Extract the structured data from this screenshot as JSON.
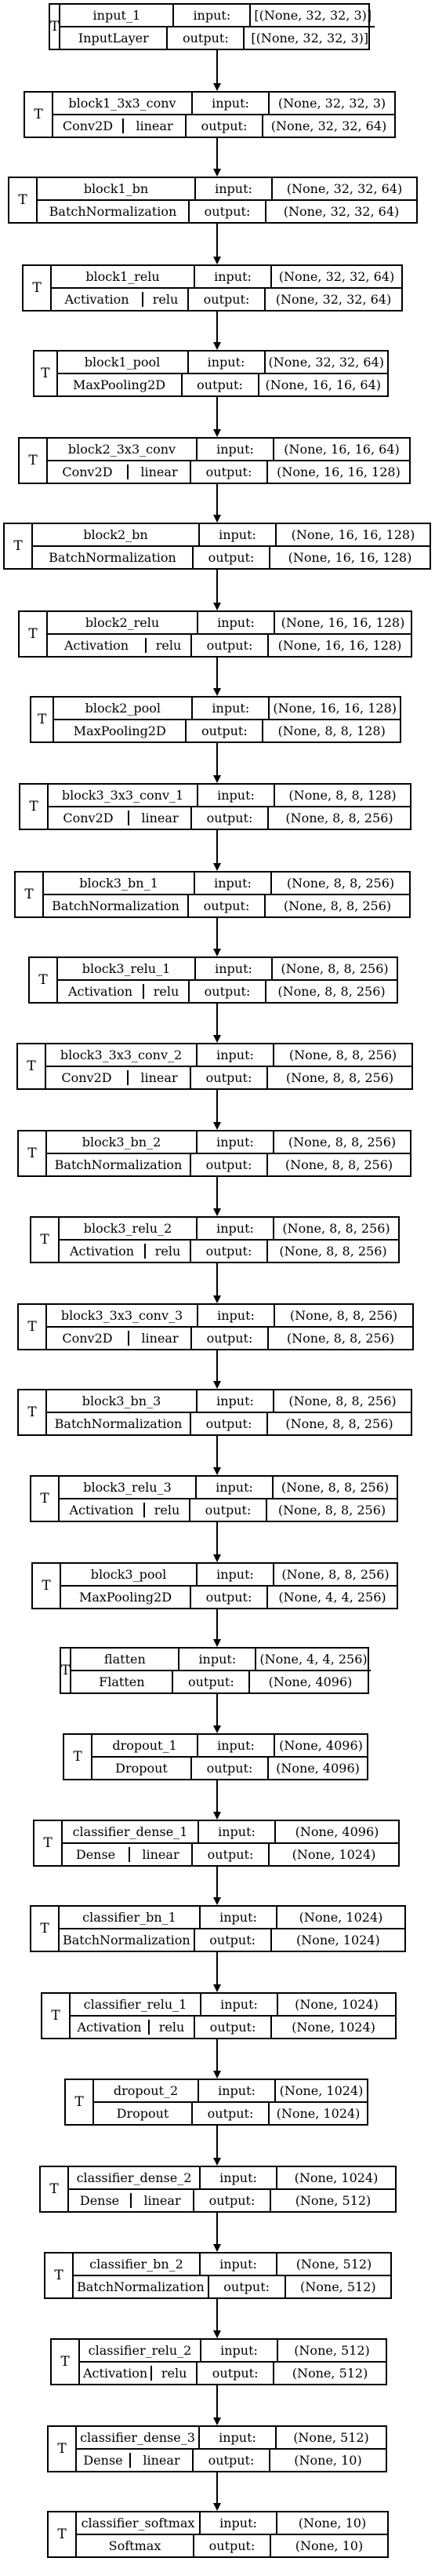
{
  "diagram": {
    "title": "",
    "type_marker": "T",
    "input_label": "input:",
    "output_label": "output:",
    "edge_color": "#000000",
    "layers": [
      {
        "name": "input_1",
        "class": "InputLayer",
        "activation": "",
        "input": "[(None, 32, 32, 3)]",
        "output": "[(None, 32, 32, 3)]"
      },
      {
        "name": "block1_3x3_conv",
        "class": "Conv2D",
        "activation": "linear",
        "input": "(None, 32, 32, 3)",
        "output": "(None, 32, 32, 64)"
      },
      {
        "name": "block1_bn",
        "class": "BatchNormalization",
        "activation": "",
        "input": "(None, 32, 32, 64)",
        "output": "(None, 32, 32, 64)"
      },
      {
        "name": "block1_relu",
        "class": "Activation",
        "activation": "relu",
        "input": "(None, 32, 32, 64)",
        "output": "(None, 32, 32, 64)"
      },
      {
        "name": "block1_pool",
        "class": "MaxPooling2D",
        "activation": "",
        "input": "(None, 32, 32, 64)",
        "output": "(None, 16, 16, 64)"
      },
      {
        "name": "block2_3x3_conv",
        "class": "Conv2D",
        "activation": "linear",
        "input": "(None, 16, 16, 64)",
        "output": "(None, 16, 16, 128)"
      },
      {
        "name": "block2_bn",
        "class": "BatchNormalization",
        "activation": "",
        "input": "(None, 16, 16, 128)",
        "output": "(None, 16, 16, 128)"
      },
      {
        "name": "block2_relu",
        "class": "Activation",
        "activation": "relu",
        "input": "(None, 16, 16, 128)",
        "output": "(None, 16, 16, 128)"
      },
      {
        "name": "block2_pool",
        "class": "MaxPooling2D",
        "activation": "",
        "input": "(None, 16, 16, 128)",
        "output": "(None, 8, 8, 128)"
      },
      {
        "name": "block3_3x3_conv_1",
        "class": "Conv2D",
        "activation": "linear",
        "input": "(None, 8, 8, 128)",
        "output": "(None, 8, 8, 256)"
      },
      {
        "name": "block3_bn_1",
        "class": "BatchNormalization",
        "activation": "",
        "input": "(None, 8, 8, 256)",
        "output": "(None, 8, 8, 256)"
      },
      {
        "name": "block3_relu_1",
        "class": "Activation",
        "activation": "relu",
        "input": "(None, 8, 8, 256)",
        "output": "(None, 8, 8, 256)"
      },
      {
        "name": "block3_3x3_conv_2",
        "class": "Conv2D",
        "activation": "linear",
        "input": "(None, 8, 8, 256)",
        "output": "(None, 8, 8, 256)"
      },
      {
        "name": "block3_bn_2",
        "class": "BatchNormalization",
        "activation": "",
        "input": "(None, 8, 8, 256)",
        "output": "(None, 8, 8, 256)"
      },
      {
        "name": "block3_relu_2",
        "class": "Activation",
        "activation": "relu",
        "input": "(None, 8, 8, 256)",
        "output": "(None, 8, 8, 256)"
      },
      {
        "name": "block3_3x3_conv_3",
        "class": "Conv2D",
        "activation": "linear",
        "input": "(None, 8, 8, 256)",
        "output": "(None, 8, 8, 256)"
      },
      {
        "name": "block3_bn_3",
        "class": "BatchNormalization",
        "activation": "",
        "input": "(None, 8, 8, 256)",
        "output": "(None, 8, 8, 256)"
      },
      {
        "name": "block3_relu_3",
        "class": "Activation",
        "activation": "relu",
        "input": "(None, 8, 8, 256)",
        "output": "(None, 8, 8, 256)"
      },
      {
        "name": "block3_pool",
        "class": "MaxPooling2D",
        "activation": "",
        "input": "(None, 8, 8, 256)",
        "output": "(None, 4, 4, 256)"
      },
      {
        "name": "flatten",
        "class": "Flatten",
        "activation": "",
        "input": "(None, 4, 4, 256)",
        "output": "(None, 4096)"
      },
      {
        "name": "dropout_1",
        "class": "Dropout",
        "activation": "",
        "input": "(None, 4096)",
        "output": "(None, 4096)"
      },
      {
        "name": "classifier_dense_1",
        "class": "Dense",
        "activation": "linear",
        "input": "(None, 4096)",
        "output": "(None, 1024)"
      },
      {
        "name": "classifier_bn_1",
        "class": "BatchNormalization",
        "activation": "",
        "input": "(None, 1024)",
        "output": "(None, 1024)"
      },
      {
        "name": "classifier_relu_1",
        "class": "Activation",
        "activation": "relu",
        "input": "(None, 1024)",
        "output": "(None, 1024)"
      },
      {
        "name": "dropout_2",
        "class": "Dropout",
        "activation": "",
        "input": "(None, 1024)",
        "output": "(None, 1024)"
      },
      {
        "name": "classifier_dense_2",
        "class": "Dense",
        "activation": "linear",
        "input": "(None, 1024)",
        "output": "(None, 512)"
      },
      {
        "name": "classifier_bn_2",
        "class": "BatchNormalization",
        "activation": "",
        "input": "(None, 512)",
        "output": "(None, 512)"
      },
      {
        "name": "classifier_relu_2",
        "class": "Activation",
        "activation": "relu",
        "input": "(None, 512)",
        "output": "(None, 512)"
      },
      {
        "name": "classifier_dense_3",
        "class": "Dense",
        "activation": "linear",
        "input": "(None, 512)",
        "output": "(None, 10)"
      },
      {
        "name": "classifier_softmax",
        "class": "Softmax",
        "activation": "",
        "input": "(None, 10)",
        "output": "(None, 10)"
      }
    ]
  }
}
